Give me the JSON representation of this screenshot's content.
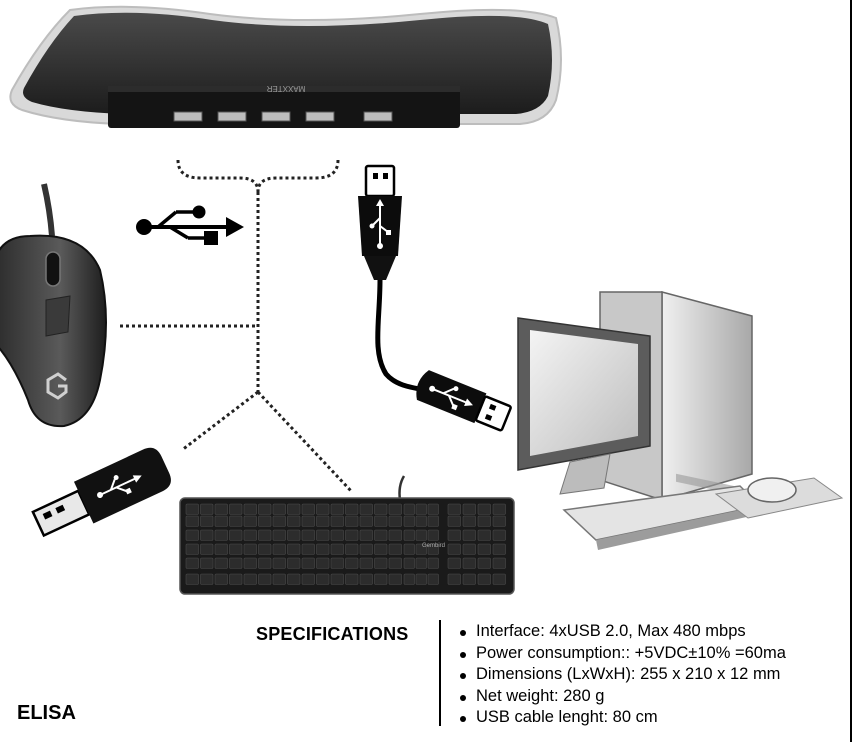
{
  "specifications": {
    "title": "SPECIFICATIONS",
    "items": [
      "Interface: 4xUSB 2.0, Max 480 mbps",
      "Power consumption:: +5VDC±10% =60ma",
      "Dimensions (LxWxH): 255 x 210 x 12 mm",
      "Net weight: 280 g",
      "USB cable lenght: 80 cm"
    ]
  },
  "brand_label": "ELISA",
  "illustration": {
    "pad_logo_text": "MAXXTER",
    "keyboard_logo_text": "Gembird",
    "icons": [
      "usb-symbol-icon",
      "mouse-logo-icon",
      "usb-drive-icon",
      "computer-icon"
    ]
  }
}
